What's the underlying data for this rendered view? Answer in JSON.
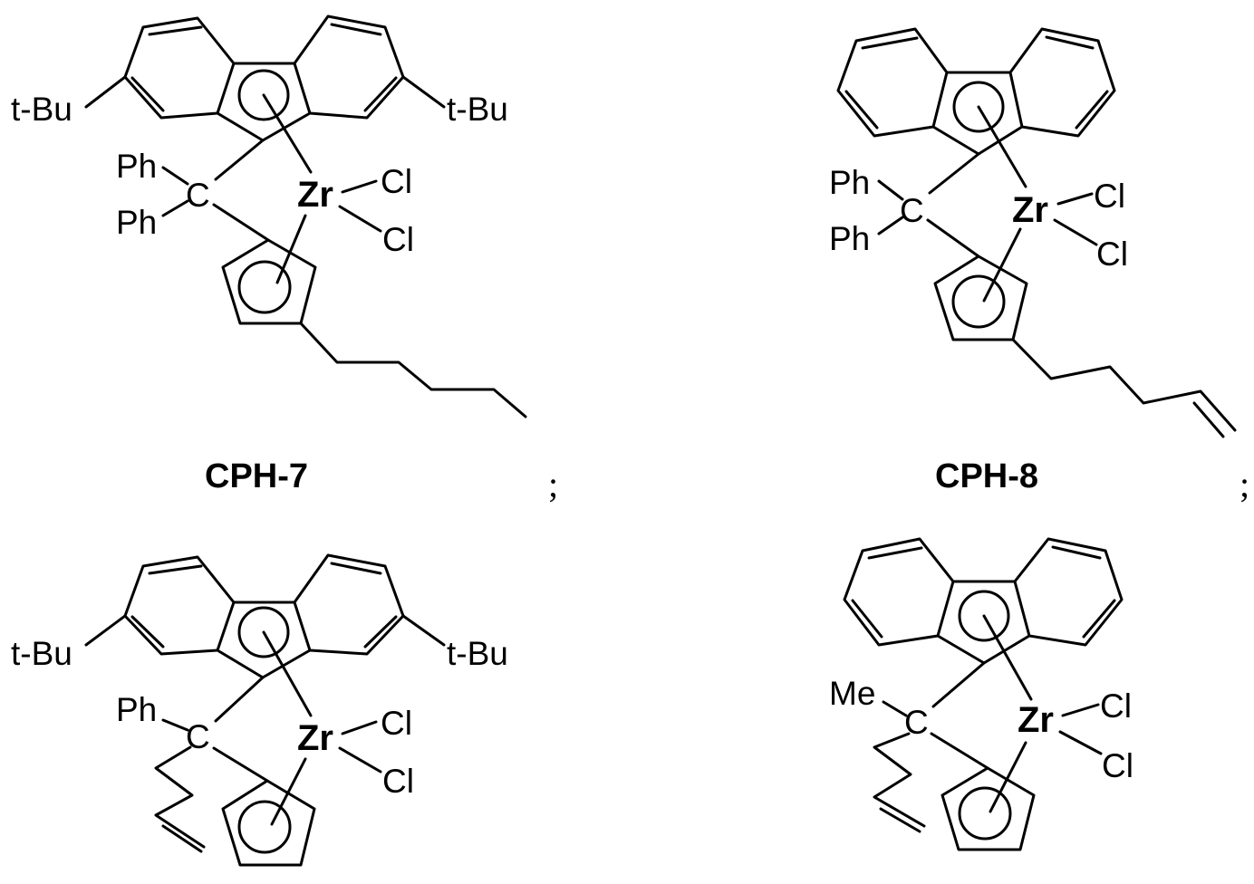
{
  "compounds": [
    {
      "name": "CPH-7",
      "separator": ";",
      "labels": {
        "tbu_left": "t-Bu",
        "tbu_right": "t-Bu",
        "ph_top": "Ph",
        "ph_bottom": "Ph",
        "bridge_c": "C",
        "metal": "Zr",
        "cl_top": "Cl",
        "cl_bottom": "Cl"
      }
    },
    {
      "name": "CPH-8",
      "separator": ";",
      "labels": {
        "ph_top": "Ph",
        "ph_bottom": "Ph",
        "bridge_c": "C",
        "metal": "Zr",
        "cl_top": "Cl",
        "cl_bottom": "Cl"
      }
    },
    {
      "name": "",
      "labels": {
        "tbu_left": "t-Bu",
        "tbu_right": "t-Bu",
        "ph": "Ph",
        "bridge_c": "C",
        "metal": "Zr",
        "cl_top": "Cl",
        "cl_bottom": "Cl"
      }
    },
    {
      "name": "",
      "labels": {
        "me": "Me",
        "bridge_c": "C",
        "metal": "Zr",
        "cl_top": "Cl",
        "cl_bottom": "Cl"
      }
    }
  ]
}
